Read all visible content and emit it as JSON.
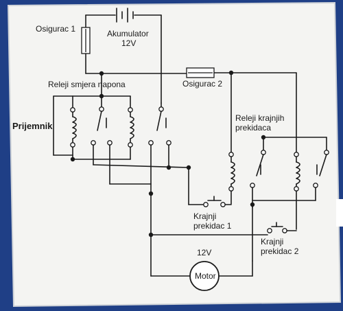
{
  "labels": {
    "osigurac1": "Osigurac 1",
    "akumulator": "Akumulator",
    "akumulator_voltage": "12V",
    "osigurac2": "Osigurac 2",
    "releji_smjera": "Releji smjera napona",
    "prijemnik": "Prijemnik",
    "releji_krajnjih_1": "Releji krajnjih",
    "releji_krajnjih_2": "prekidaca",
    "krajnji1_1": "Krajnji",
    "krajnji1_2": "prekidac 1",
    "krajnji2_1": "Krajnji",
    "krajnji2_2": "prekidac 2",
    "motor_voltage": "12V",
    "motor": "Motor"
  },
  "colors": {
    "background": "#1f3f86",
    "board": "#f4f4f2",
    "wire": "#1a1a1a"
  }
}
